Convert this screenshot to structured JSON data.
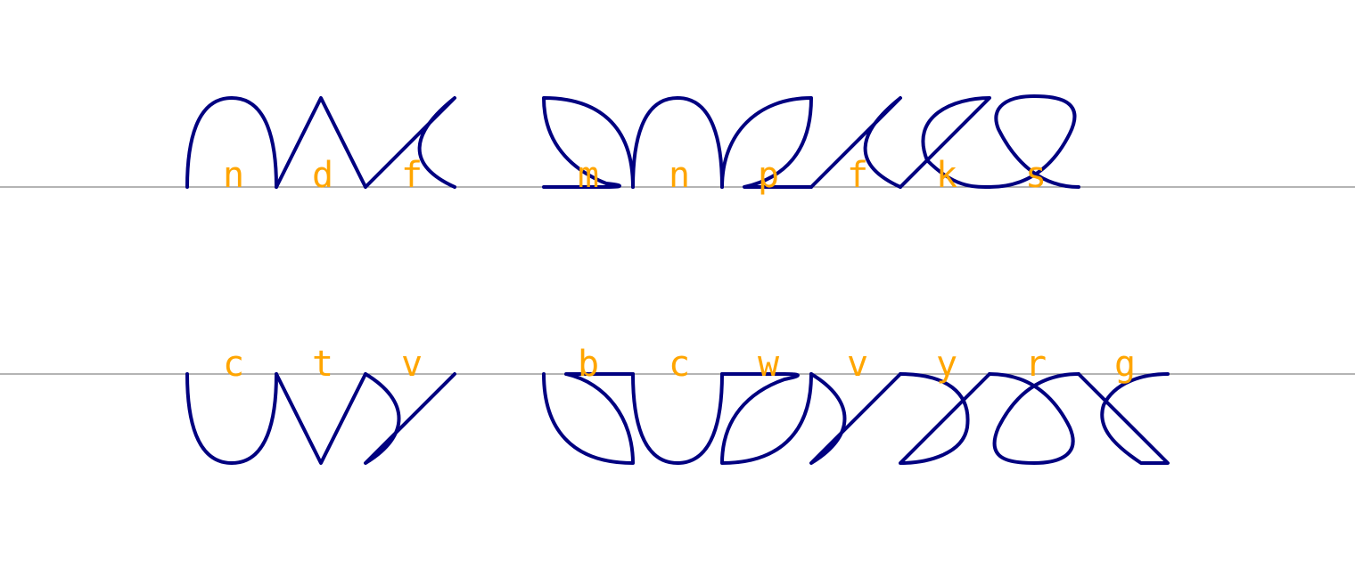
{
  "colors": {
    "stroke": "#000080",
    "label": "#FFA500",
    "baseline": "#888888",
    "background": "#FFFFFF"
  },
  "rows": [
    {
      "orientation": "above",
      "words": [
        {
          "letters": [
            "n",
            "d",
            "f"
          ]
        },
        {
          "letters": [
            "m",
            "n",
            "p",
            "f",
            "k",
            "s"
          ]
        }
      ]
    },
    {
      "orientation": "below",
      "words": [
        {
          "letters": [
            "c",
            "t",
            "v"
          ]
        },
        {
          "letters": [
            "b",
            "c",
            "w",
            "v",
            "y",
            "r",
            "g"
          ]
        }
      ]
    }
  ]
}
